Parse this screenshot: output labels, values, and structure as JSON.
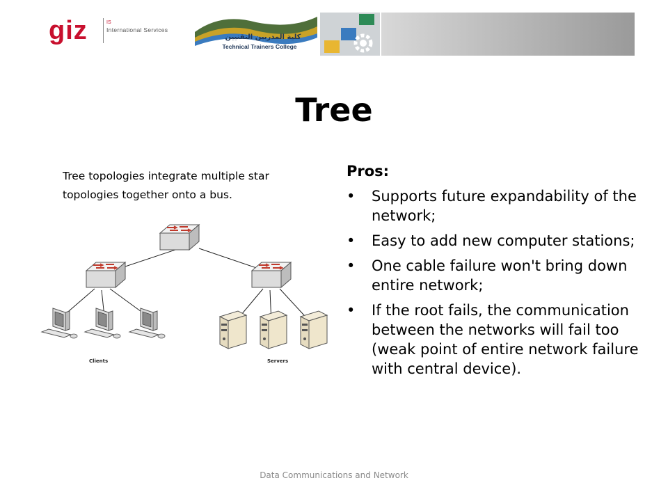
{
  "header": {
    "giz_logo_text": "giz",
    "giz_sub_small": "IS",
    "giz_sub_name": "International Services",
    "college_arabic": "كلية المدربين التقنيين",
    "college_english": "Technical Trainers College",
    "gear_icon": "gear-icon"
  },
  "slide": {
    "title": "Tree",
    "description": "Tree topologies integrate multiple star topologies together onto a bus.",
    "diagram": {
      "clients_label": "Clients",
      "servers_label": "Servers"
    },
    "pros_heading": "Pros:",
    "pros": [
      {
        "bullet": "•",
        "text": "Supports future expandability of the network;"
      },
      {
        "bullet": "•",
        "text": "Easy to add new computer stations;"
      },
      {
        "bullet": "•",
        "text": "One cable failure won't bring down entire network;"
      },
      {
        "bullet": "•",
        "text": "If the root fails, the communication between the networks will fail too (weak point of entire network failure with central device)."
      }
    ]
  },
  "footer": {
    "text": "Data Communications and Network"
  },
  "colors": {
    "giz_red": "#c8102e",
    "college_blue": "#1d3557",
    "footer_gray": "#8a8a8a"
  }
}
